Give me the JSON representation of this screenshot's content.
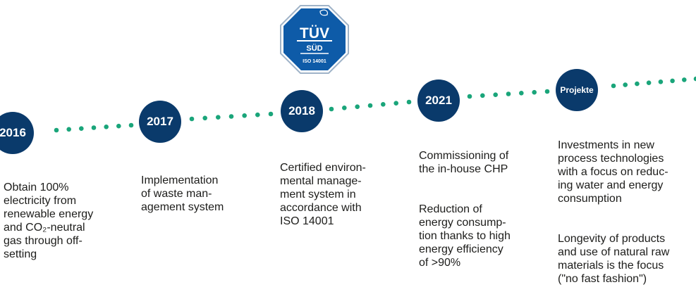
{
  "colors": {
    "dot": "#1aa57a",
    "milestone": "#0a3a6b",
    "milestone_text": "#ffffff",
    "text": "#1d1d1b",
    "badge_blue": "#0e5ba8"
  },
  "certification_badge": {
    "brand": "TÜV",
    "sub": "SÜD",
    "standard": "ISO 14001"
  },
  "milestones": [
    {
      "label": "2016",
      "paragraphs": [
        "Obtain 100%\nelectricity from\nrenewable energy\nand CO₂-neutral\ngas through off-\nsetting"
      ]
    },
    {
      "label": "2017",
      "paragraphs": [
        "Implementation\nof waste man-\nagement system"
      ]
    },
    {
      "label": "2018",
      "paragraphs": [
        "Certified environ-\nmental manage-\nment system in\naccordance with\nISO 14001"
      ]
    },
    {
      "label": "2021",
      "paragraphs": [
        "Commissioning of\nthe in-house CHP",
        "Reduction of\nenergy consump-\ntion thanks to high\nenergy efficiency\nof >90%"
      ]
    },
    {
      "label": "Projekte",
      "paragraphs": [
        "Investments in new\nprocess technologies\nwith a focus on reduc-\ning water and energy\nconsumption",
        "Longevity of products\nand use of natural raw\nmaterials is the focus\n(\"no fast fashion\")"
      ]
    }
  ]
}
